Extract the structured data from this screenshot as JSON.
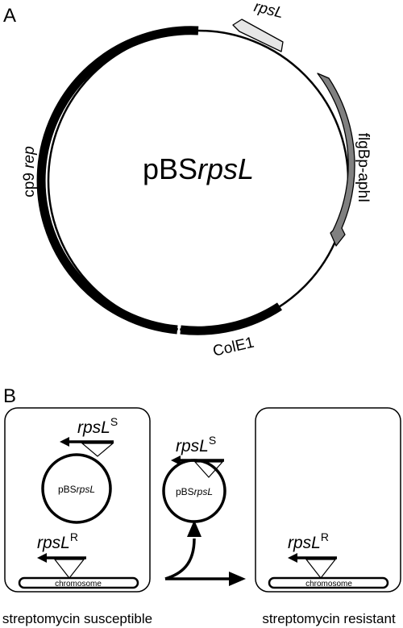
{
  "panel_a": {
    "label": "A",
    "plasmid_name_prefix": "pBS",
    "plasmid_name_italic": "rpsL",
    "features": {
      "rpsL": "rpsL",
      "flgbp_aphi": "flgBp-aphI",
      "cp9_prefix": "cp9 ",
      "cp9_italic": "rep",
      "cole1": "ColE1"
    }
  },
  "panel_b": {
    "label": "B",
    "gene_italic": "rpsL",
    "sup_sensitive": "S",
    "sup_resistant": "R",
    "plasmid_prefix": "pBS",
    "plasmid_italic": "rpsL",
    "chromosome": "chromosome",
    "caption_left": "streptomycin susceptible",
    "caption_right": "streptomycin resistant"
  },
  "colors": {
    "black": "#000000",
    "rpsL_arrow_fill": "#e6e6e6",
    "flgbp_arrow_fill": "#808080"
  }
}
